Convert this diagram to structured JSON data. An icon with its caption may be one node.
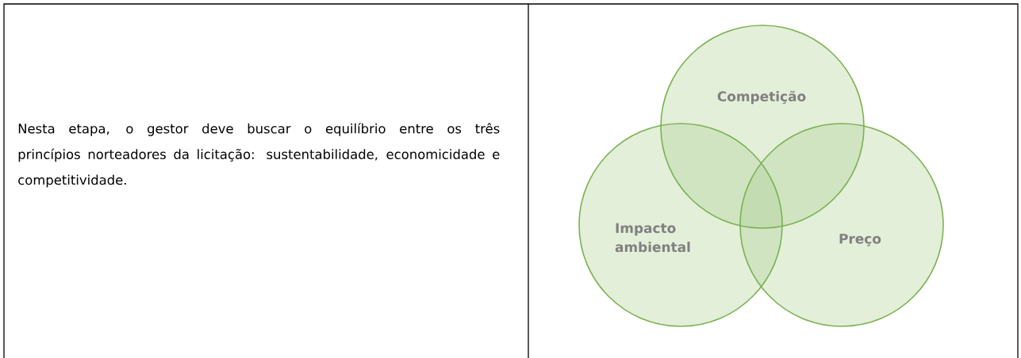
{
  "diagram": {
    "nodes": [
      {
        "text": [
          "Competição"
        ]
      },
      {
        "text": [
          "Impacto ambiental"
        ]
      },
      {
        "text": [
          "Preço"
        ]
      }
    ],
    "labels": [
      "Nesta etapa, o gestor deve buscar o equilíbrio entre os três princípios norteadores da licitação: sustentabilidade, economicidade e competitividade."
    ]
  }
}
